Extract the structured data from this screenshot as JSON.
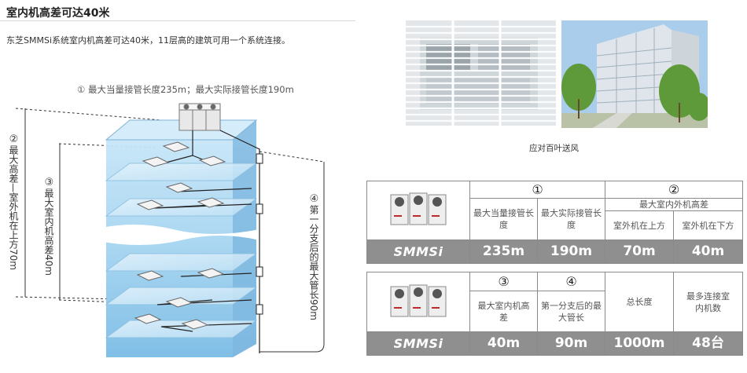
{
  "page": {
    "title": "室内机高差可达40米",
    "description": "东芝SMMSi系统室内机高差可达40米，11层高的建筑可用一个系统连接。",
    "photo_caption": "应对百叶送风"
  },
  "diagram": {
    "note1": "① 最大当量接管长度235m；最大实际接管长度190m",
    "label2_num": "②",
    "label2_text": "最大高差—室外机在上方70m",
    "label3_num": "③",
    "label3_text": "最大室内机高差40m",
    "label4_num": "④",
    "label4_text": "第一分支后的最大管长90m"
  },
  "table1": {
    "header_1": "①",
    "header_2": "②",
    "header_2_sub": "最大室内外机高差",
    "col_a": "最大当量接管长度",
    "col_b": "最大实际接管长度",
    "col_c": "室外机在上方",
    "col_d": "室外机在下方",
    "brand": "SMMSi",
    "val_a": "235m",
    "val_b": "190m",
    "val_c": "70m",
    "val_d": "40m"
  },
  "table2": {
    "header_3": "③",
    "header_4": "④",
    "col_a": "最大室内机高差",
    "col_b": "第一分支后的最大管长",
    "col_c": "总长度",
    "col_d": "最多连接室内机数",
    "brand": "SMMSi",
    "val_a": "40m",
    "val_b": "90m",
    "val_c": "1000m",
    "val_d": "48台"
  },
  "colors": {
    "building_blue": "#9fd0ee",
    "table_value_bg": "#8f8f8f",
    "pipe": "#222222"
  }
}
